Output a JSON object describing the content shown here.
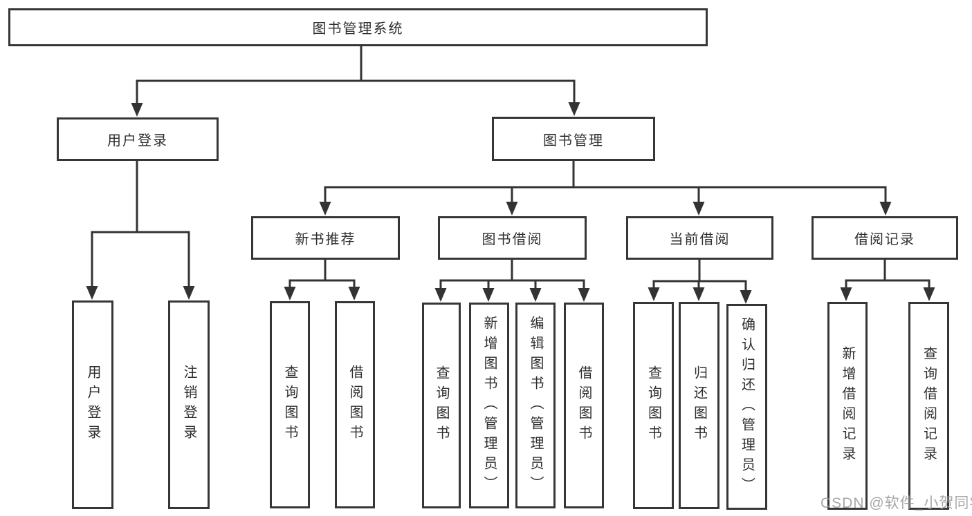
{
  "diagram": {
    "title": "图书管理系统",
    "tree": {
      "label": "图书管理系统",
      "children": [
        {
          "label": "用户登录",
          "children": [
            {
              "label": "用户登录"
            },
            {
              "label": "注销登录"
            }
          ]
        },
        {
          "label": "图书管理",
          "children": [
            {
              "label": "新书推荐",
              "children": [
                {
                  "label": "查询图书"
                },
                {
                  "label": "借阅图书"
                }
              ]
            },
            {
              "label": "图书借阅",
              "children": [
                {
                  "label": "查询图书"
                },
                {
                  "label": "新增图书（管理员）"
                },
                {
                  "label": "编辑图书（管理员）"
                },
                {
                  "label": "借阅图书"
                }
              ]
            },
            {
              "label": "当前借阅",
              "children": [
                {
                  "label": "查询图书"
                },
                {
                  "label": "归还图书"
                },
                {
                  "label": "确认归还（管理员）"
                }
              ]
            },
            {
              "label": "借阅记录",
              "children": [
                {
                  "label": "新增借阅记录"
                },
                {
                  "label": "查询借阅记录"
                }
              ]
            }
          ]
        }
      ]
    },
    "colors": {
      "line": "#333333",
      "box_border": "#363636",
      "box_fill": "#ffffff",
      "text": "#2f2f2f",
      "background": "#ffffff",
      "watermark": "#969696"
    }
  },
  "watermark": {
    "text": "CSDN @软件_小贺同学"
  }
}
